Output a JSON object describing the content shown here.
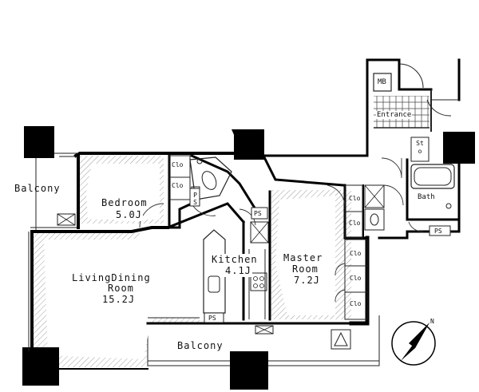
{
  "rooms": {
    "living": {
      "name": "LivingDining",
      "name2": "Room",
      "size": "15.2J"
    },
    "bedroom": {
      "name": "Bedroom",
      "size": "5.0J"
    },
    "kitchen": {
      "name": "Kitchen",
      "size": "4.1J"
    },
    "master": {
      "name": "Master",
      "name2": "Room",
      "size": "7.2J"
    }
  },
  "areas": {
    "balcony_left": "Balcony",
    "balcony_bottom": "Balcony",
    "entrance": "Entrance",
    "bath": "Bath",
    "mb": "MB",
    "sto": "Sto"
  },
  "storage_labels": {
    "clo": "Clo",
    "ps": "PS"
  },
  "compass": {
    "north_letter": "N",
    "icon": "north-arrow-icon"
  },
  "colors": {
    "wall": "#000000",
    "hatch": "#9a9a9a",
    "line": "#222222"
  }
}
